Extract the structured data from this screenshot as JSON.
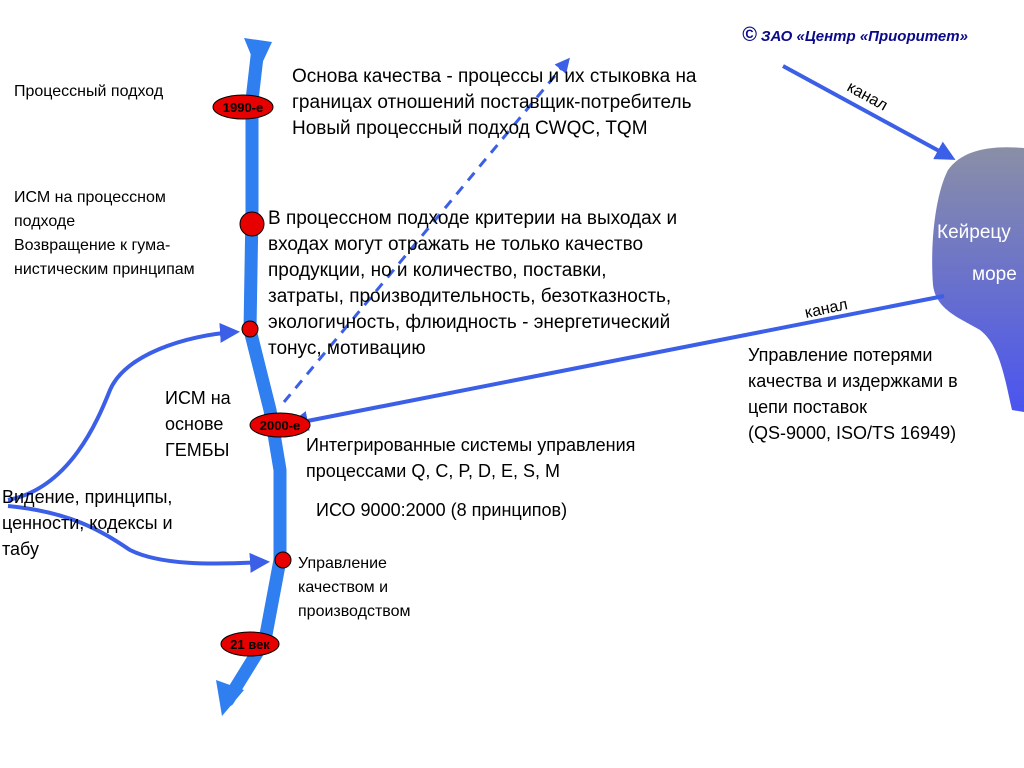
{
  "copyright": {
    "symbol": "©",
    "text": "ЗАО «Центр «Приоритет»"
  },
  "left_labels": {
    "process_approach": "Процессный подход",
    "ism_process": [
      "ИСМ на процессном",
      "подходе",
      "Возвращение к гума-",
      "нистическим принципам"
    ],
    "ism_gemba": [
      "ИСМ на",
      "основе",
      "ГЕМБЫ"
    ],
    "vision": [
      "Видение, принципы,",
      "ценности, кодексы и",
      "табу"
    ]
  },
  "markers": {
    "m1990": "1990-е",
    "m2000": "2000-е",
    "m21": "21 век"
  },
  "center_texts": {
    "block1": [
      "Основа качества - процессы и их стыковка на",
      "границах отношений поставщик-потребитель",
      "Новый процессный подход CWQC, TQM"
    ],
    "block2": [
      "В процессном подходе критерии на выходах и",
      "входах могут отражать не только качество",
      "продукции, но и количество, поставки,",
      "затраты, производительность, безотказность,",
      "экологичность, флюидность - энергетический",
      "тонус, мотивацию"
    ],
    "block3": [
      "Интегрированные системы управления",
      "процессами Q, C, P, D, E, S, M"
    ],
    "block4": "ИСО 9000:2000 (8 принципов)",
    "block5": [
      "Управление",
      "качеством и",
      "производством"
    ]
  },
  "right_texts": {
    "supply_chain": [
      "Управление потерями",
      "качества и издержками в",
      "цепи поставок",
      "(QS-9000, ISO/TS 16949)"
    ],
    "canal_top": "канал",
    "canal_bottom": "канал",
    "sea": [
      "Кейрецу",
      "море"
    ]
  },
  "colors": {
    "river": "#2f7ff0",
    "arrow": "#3b5fe6",
    "marker": "#e60000",
    "sea_top": "#8a8fa6",
    "sea_bottom": "#4a54f0"
  }
}
